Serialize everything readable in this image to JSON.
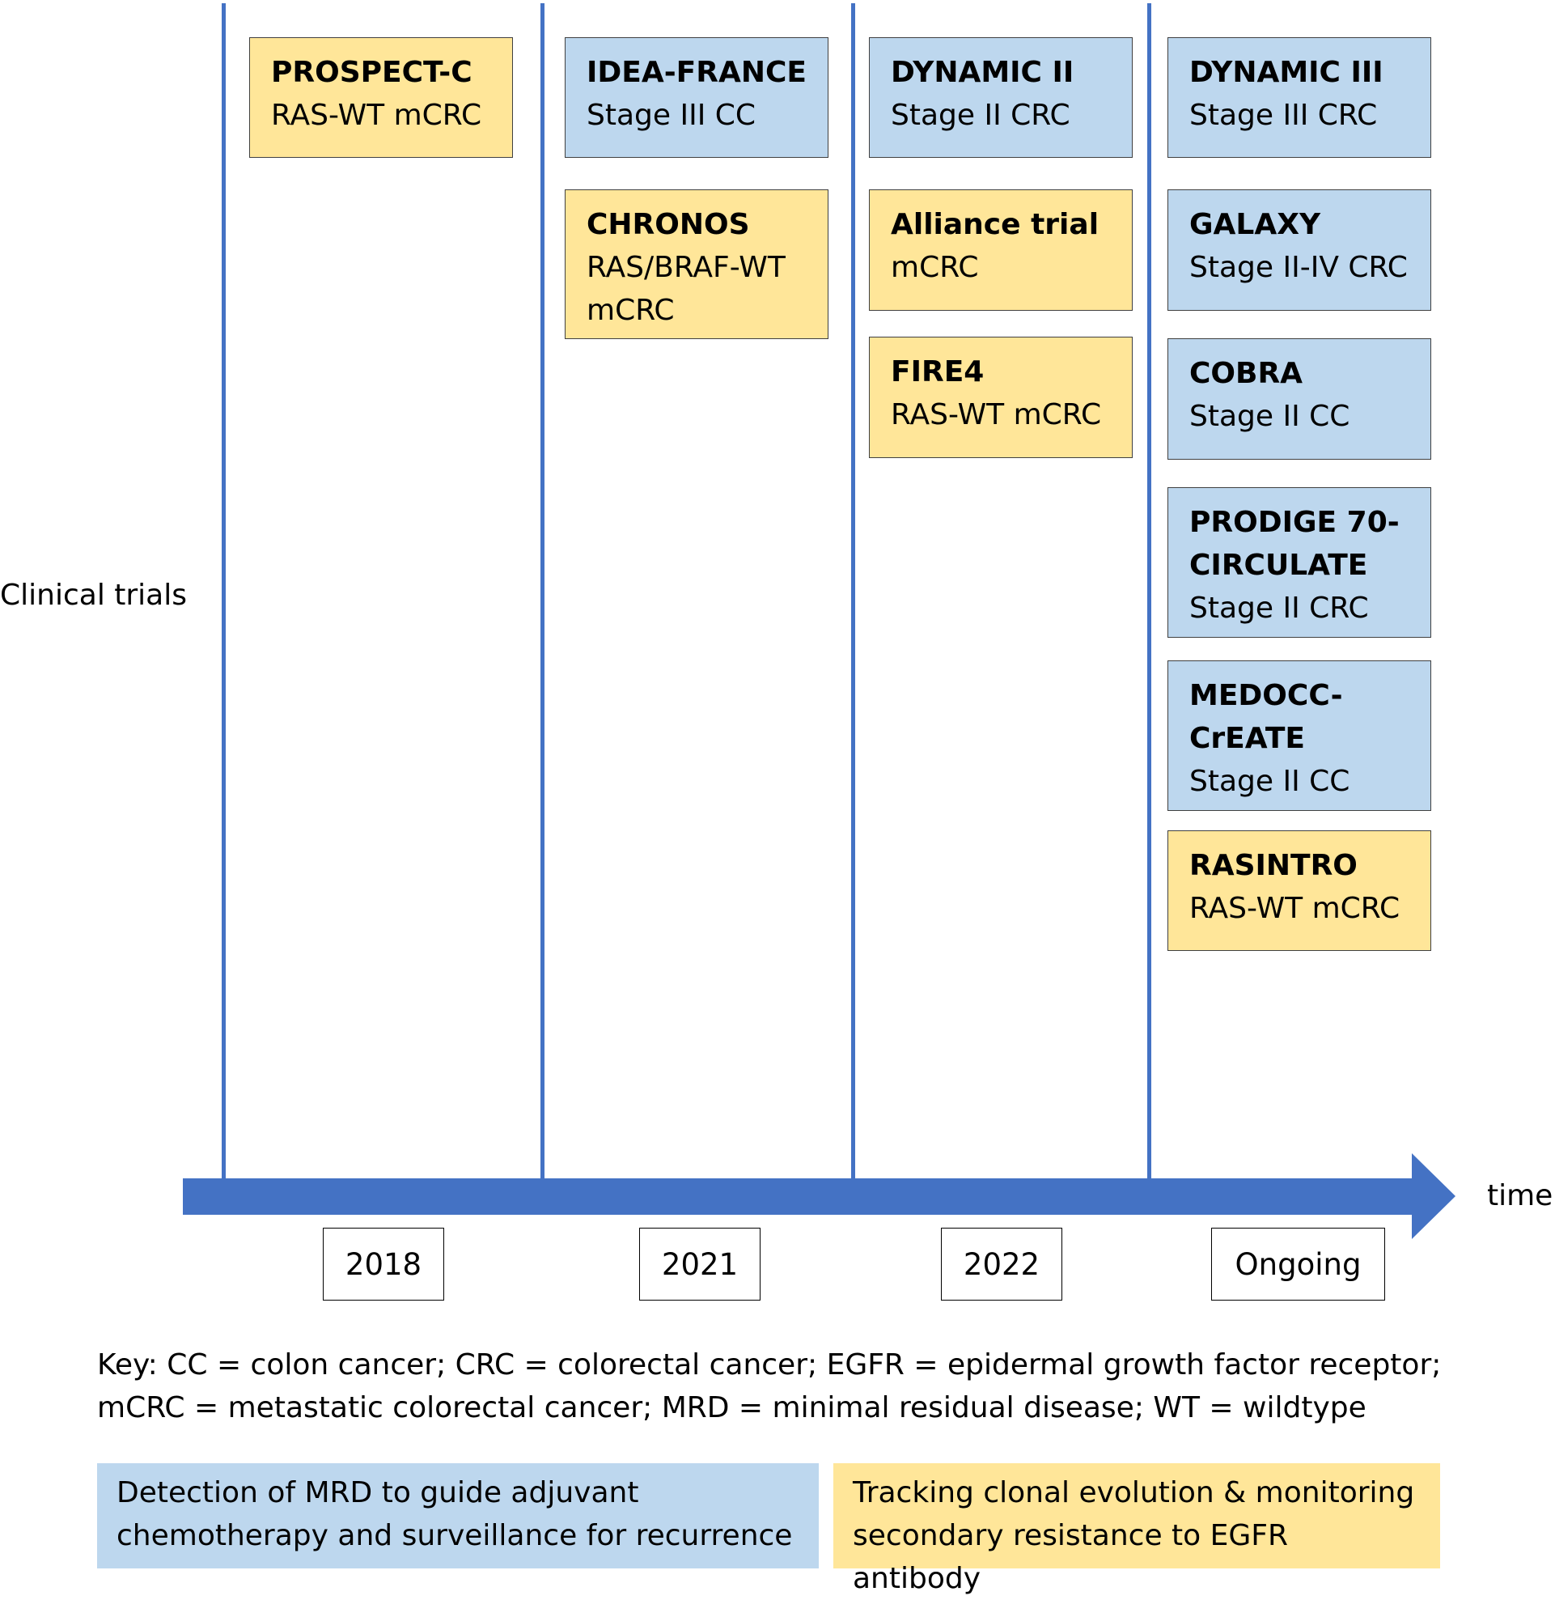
{
  "labels": {
    "y_axis": "Clinical trials",
    "x_axis": "time"
  },
  "periods": [
    {
      "year": "2018",
      "trials": [
        {
          "name": "PROSPECT-C",
          "detail": "RAS-WT mCRC",
          "category": "tracking"
        }
      ]
    },
    {
      "year": "2021",
      "trials": [
        {
          "name": "IDEA-FRANCE",
          "detail": "Stage III CC",
          "category": "mrd"
        },
        {
          "name": "CHRONOS",
          "detail": "RAS/BRAF-WT mCRC",
          "category": "tracking"
        }
      ]
    },
    {
      "year": "2022",
      "trials": [
        {
          "name": "DYNAMIC II",
          "detail": "Stage II CRC",
          "category": "mrd"
        },
        {
          "name": "Alliance trial",
          "detail": "mCRC",
          "category": "tracking"
        },
        {
          "name": "FIRE4",
          "detail": "RAS-WT mCRC",
          "category": "tracking"
        }
      ]
    },
    {
      "year": "Ongoing",
      "trials": [
        {
          "name": "DYNAMIC III",
          "detail": "Stage III CRC",
          "category": "mrd"
        },
        {
          "name": "GALAXY",
          "detail": "Stage II-IV CRC",
          "category": "mrd"
        },
        {
          "name": "COBRA",
          "detail": "Stage II CC",
          "category": "mrd"
        },
        {
          "name": "PRODIGE 70-CIRCULATE",
          "detail": "Stage II CRC",
          "category": "mrd"
        },
        {
          "name": "MEDOCC-CrEATE",
          "detail": "Stage II CC",
          "category": "mrd"
        },
        {
          "name": "RASINTRO",
          "detail": "RAS-WT mCRC",
          "category": "tracking"
        }
      ]
    }
  ],
  "key_text": "Key: CC = colon cancer; CRC = colorectal cancer; EGFR = epidermal growth factor receptor; mCRC = metastatic colorectal cancer; MRD = minimal residual disease; WT = wildtype",
  "legend": {
    "mrd": {
      "text": "Detection of MRD to guide adjuvant chemotherapy and surveillance for recurrence",
      "color": "#BDD7EE"
    },
    "tracking": {
      "text": "Tracking clonal evolution & monitoring secondary resistance to EGFR antibody",
      "color": "#FFE699"
    }
  },
  "colors": {
    "timeline": "#4472C4",
    "mrd_box": "#BDD7EE",
    "tracking_box": "#FFE699"
  }
}
